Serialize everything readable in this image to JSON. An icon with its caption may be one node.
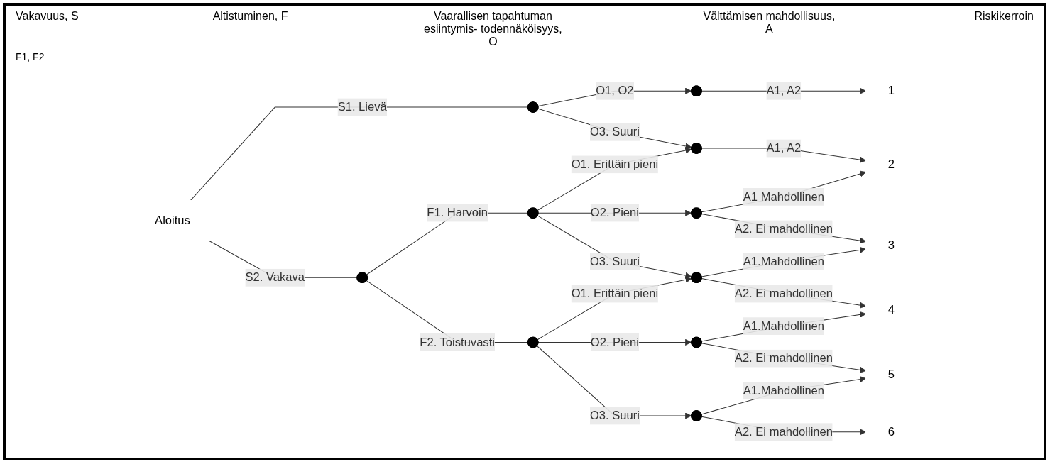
{
  "diagram": {
    "nodes": [
      {
        "text": [
          "Aloitus"
        ]
      },
      {
        "text": [],
        "shape": "point"
      },
      {
        "text": [],
        "shape": "point"
      },
      {
        "text": [],
        "shape": "point"
      },
      {
        "text": [],
        "shape": "point"
      },
      {
        "text": [],
        "shape": "point"
      },
      {
        "text": [],
        "shape": "point"
      },
      {
        "text": [],
        "shape": "point"
      },
      {
        "text": [],
        "shape": "point"
      },
      {
        "text": [],
        "shape": "point"
      },
      {
        "text": [],
        "shape": "point"
      },
      {
        "text": [
          "1"
        ]
      },
      {
        "text": [
          "2"
        ]
      },
      {
        "text": [
          "3"
        ]
      },
      {
        "text": [
          "4"
        ]
      },
      {
        "text": [
          "5"
        ]
      },
      {
        "text": [
          "6"
        ]
      }
    ],
    "edges": [
      {
        "from": 0,
        "to": 1,
        "arrow": "none",
        "label": "S1. Lievä"
      },
      {
        "from": 0,
        "to": 2,
        "arrow": "none",
        "label": "S2. Vakava"
      },
      {
        "from": 2,
        "to": 3,
        "arrow": "none",
        "label": "F1. Harvoin"
      },
      {
        "from": 2,
        "to": 4,
        "arrow": "none",
        "label": "F2. Toistuvasti"
      },
      {
        "from": 1,
        "to": 5,
        "arrow": "to",
        "label": "O1, O2"
      },
      {
        "from": 1,
        "to": 6,
        "arrow": "to",
        "label": "O3. Suuri"
      },
      {
        "from": 3,
        "to": 6,
        "arrow": "to",
        "label": "O1. Erittäin pieni"
      },
      {
        "from": 3,
        "to": 7,
        "arrow": "to",
        "label": "O2. Pieni"
      },
      {
        "from": 3,
        "to": 8,
        "arrow": "to",
        "label": "O3. Suuri"
      },
      {
        "from": 4,
        "to": 8,
        "arrow": "to",
        "label": "O1. Erittäin pieni"
      },
      {
        "from": 4,
        "to": 9,
        "arrow": "to",
        "label": "O2. Pieni"
      },
      {
        "from": 4,
        "to": 10,
        "arrow": "to",
        "label": "O3. Suuri"
      },
      {
        "from": 5,
        "to": 11,
        "arrow": "to",
        "label": "A1, A2"
      },
      {
        "from": 6,
        "to": 12,
        "arrow": "to",
        "label": "A1, A2"
      },
      {
        "from": 7,
        "to": 12,
        "arrow": "to",
        "label": "A1 Mahdollinen"
      },
      {
        "from": 7,
        "to": 13,
        "arrow": "to",
        "label": "A2. Ei mahdollinen"
      },
      {
        "from": 8,
        "to": 13,
        "arrow": "to",
        "label": "A1.Mahdollinen"
      },
      {
        "from": 8,
        "to": 14,
        "arrow": "to",
        "label": "A2. Ei mahdollinen"
      },
      {
        "from": 9,
        "to": 14,
        "arrow": "to",
        "label": "A1.Mahdollinen"
      },
      {
        "from": 9,
        "to": 15,
        "arrow": "to",
        "label": "A2. Ei mahdollinen"
      },
      {
        "from": 10,
        "to": 15,
        "arrow": "to",
        "label": "A1.Mahdollinen"
      },
      {
        "from": 10,
        "to": 16,
        "arrow": "to",
        "label": "A2. Ei mahdollinen"
      }
    ],
    "labels": [
      "Vakavuus, S",
      "Altistuminen, F",
      "Vaarallisen tapahtuman esiintymis- todennäköisyys, O",
      "Välttämisen mahdollisuus, A",
      "Riskikerroin",
      "F1, F2"
    ]
  }
}
